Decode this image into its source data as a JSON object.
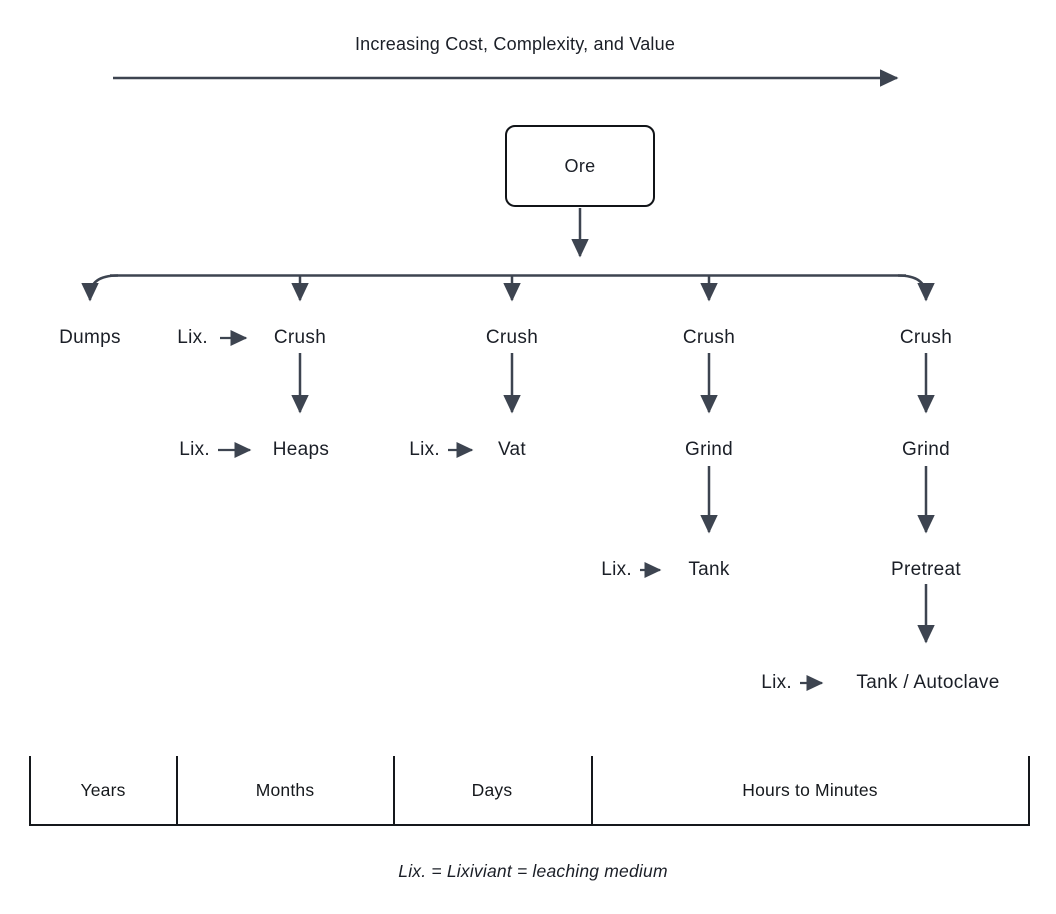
{
  "header": {
    "title": "Increasing Cost, Complexity, and Value"
  },
  "root": {
    "label": "Ore"
  },
  "lix_label": "Lix.",
  "branches": [
    {
      "timescale": "Years",
      "steps": [
        {
          "label": "Dumps",
          "lix": false
        }
      ]
    },
    {
      "timescale": "Months",
      "steps": [
        {
          "label": "Crush",
          "lix": true
        },
        {
          "label": "Heaps",
          "lix": true
        }
      ]
    },
    {
      "timescale": "Days",
      "steps": [
        {
          "label": "Crush",
          "lix": false
        },
        {
          "label": "Vat",
          "lix": true
        }
      ]
    },
    {
      "timescale": "Hours to Minutes",
      "steps": [
        {
          "label": "Crush",
          "lix": false
        },
        {
          "label": "Grind",
          "lix": false
        },
        {
          "label": "Tank",
          "lix": true
        }
      ]
    },
    {
      "timescale": "Hours to Minutes",
      "steps": [
        {
          "label": "Crush",
          "lix": false
        },
        {
          "label": "Grind",
          "lix": false
        },
        {
          "label": "Pretreat",
          "lix": false
        },
        {
          "label": "Tank / Autoclave",
          "lix": true
        }
      ]
    }
  ],
  "timeline": {
    "segments": [
      {
        "label": "Years"
      },
      {
        "label": "Months"
      },
      {
        "label": "Days"
      },
      {
        "label": "Hours to Minutes"
      }
    ]
  },
  "footnote": {
    "text": "Lix. = Lixiviant = leaching medium"
  },
  "colors": {
    "arrow_line": "#3d4450",
    "text": "#1b1f27",
    "node_border": "#111418",
    "timeline_line": "#15181c",
    "background": "#ffffff"
  }
}
